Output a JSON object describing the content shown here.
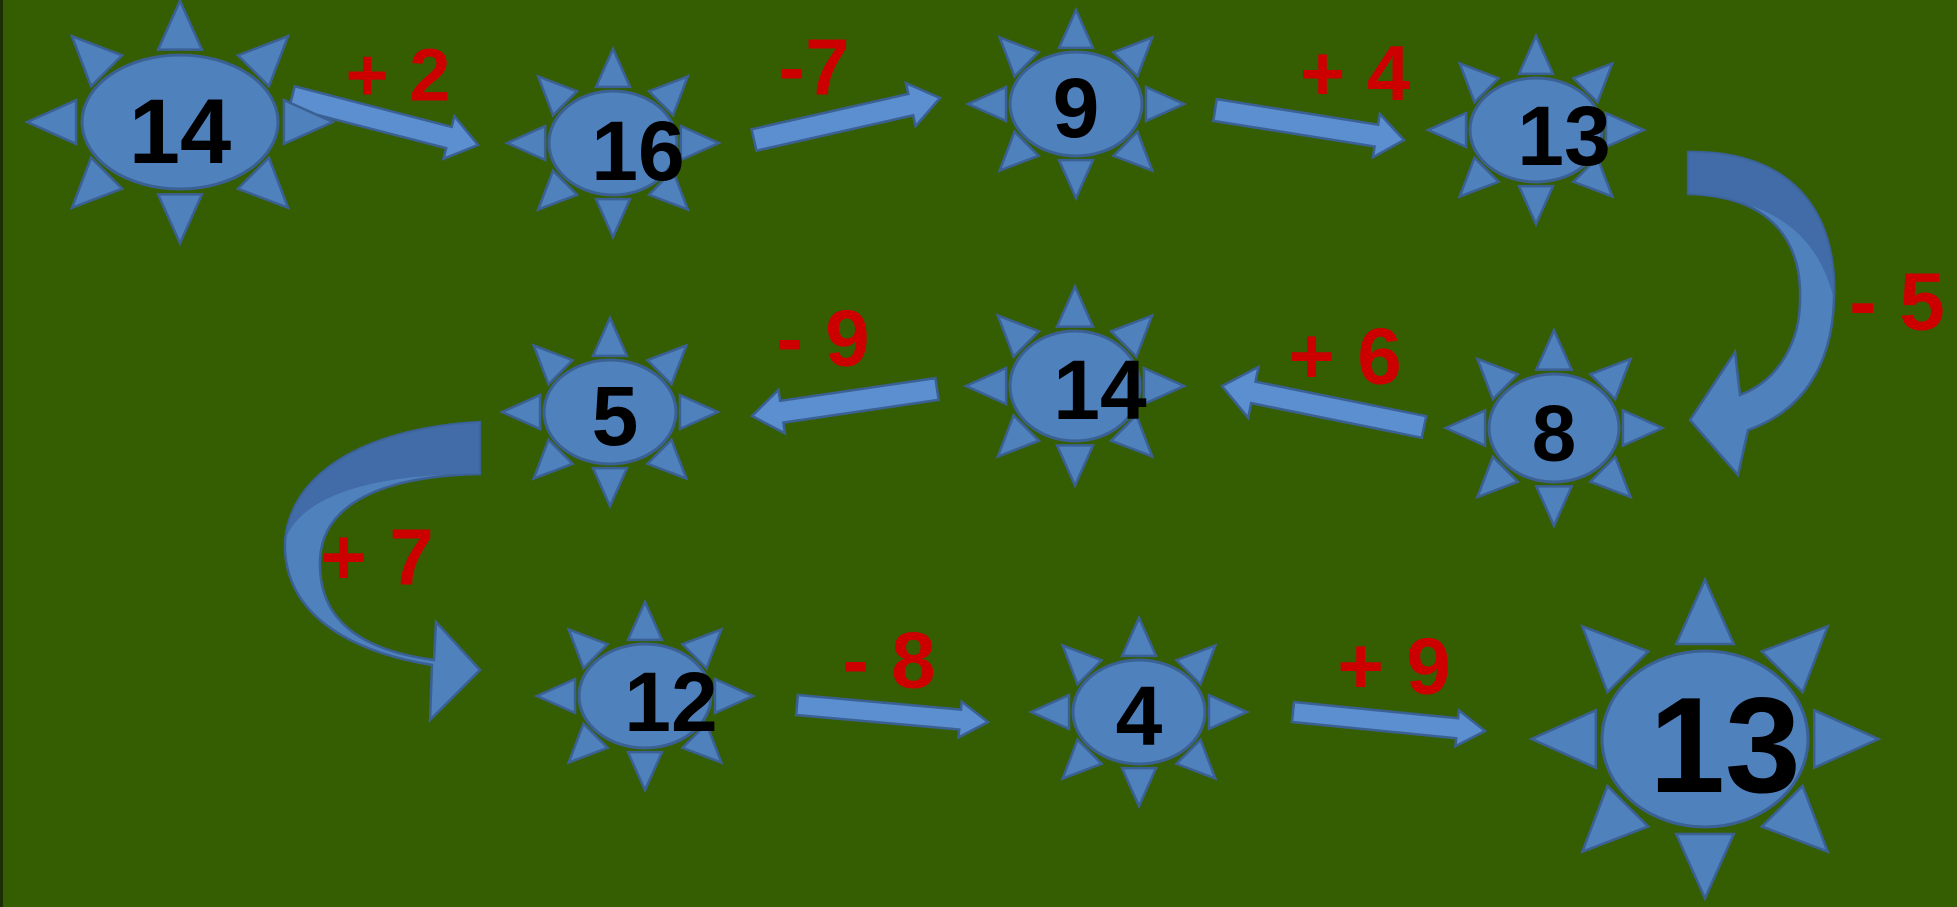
{
  "colors": {
    "background": "#355e03",
    "shape_fill": "#4f81bd",
    "shape_stroke": "#3a6094",
    "arrow_fill": "#5b8fd0",
    "number_color": "#000000",
    "operation_color": "#cc0000"
  },
  "numbers": [
    "14",
    "16",
    "9",
    "13",
    "8",
    "14",
    "5",
    "12",
    "4",
    "13"
  ],
  "operations": [
    "+ 2",
    "-7",
    "+ 4",
    "- 5",
    "+ 6",
    "- 9",
    "+ 7",
    "- 8",
    "+ 9"
  ]
}
